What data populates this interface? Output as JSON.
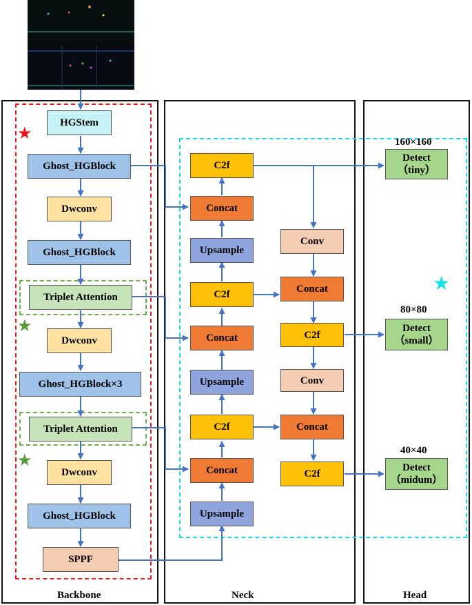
{
  "sections": {
    "backbone": "Backbone",
    "neck": "Neck",
    "head": "Head"
  },
  "backbone": {
    "hgstem": "HGStem",
    "ghost1": "Ghost_HGBlock",
    "dwconv1": "Dwconv",
    "ghost2": "Ghost_HGBlock",
    "triplet1": "Triplet Attention",
    "dwconv2": "Dwconv",
    "ghost3": "Ghost_HGBlock×3",
    "triplet2": "Triplet Attention",
    "dwconv3": "Dwconv",
    "ghost4": "Ghost_HGBlock",
    "sppf": "SPPF"
  },
  "neck": {
    "c2f_top": "C2f",
    "concat_top": "Concat",
    "upsample_top": "Upsample",
    "c2f_mid": "C2f",
    "concat_mid": "Concat",
    "upsample_mid": "Upsample",
    "c2f_low": "C2f",
    "concat_low": "Concat",
    "upsample_low": "Upsample",
    "conv_r1": "Conv",
    "concat_r1": "Concat",
    "c2f_r1": "C2f",
    "conv_r2": "Conv",
    "concat_r2": "Concat",
    "c2f_r2": "C2f"
  },
  "head": {
    "tiny": {
      "size": "160×160",
      "line1": "Detect",
      "line2": "（tiny）"
    },
    "small": {
      "size": "80×80",
      "line1": "Detect",
      "line2": "（small）"
    },
    "medium": {
      "size": "40×40",
      "line1": "Detect",
      "line2": "（midum）"
    }
  },
  "colors": {
    "star_red": "#e8151b",
    "star_green": "#5a9a3a",
    "star_cyan": "#19e0e6",
    "arrow": "#4472c4",
    "dash_red": "#e02020",
    "dash_cyan": "#19d6e0",
    "dash_green": "#70ad47"
  }
}
